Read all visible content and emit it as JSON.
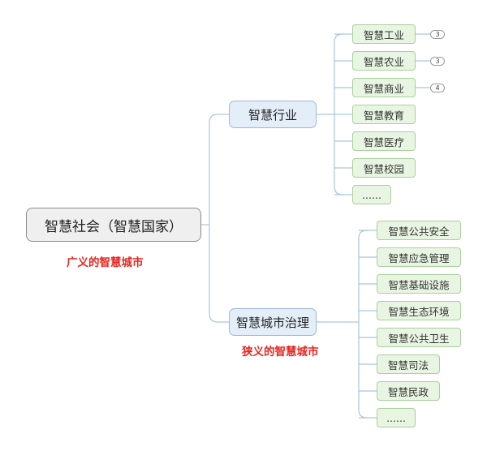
{
  "root": {
    "label": "智慧社会（智慧国家）",
    "note": "广义的智慧城市"
  },
  "branches": [
    {
      "label": "智慧行业",
      "children": [
        {
          "label": "智慧工业",
          "count": "3"
        },
        {
          "label": "智慧农业",
          "count": "3"
        },
        {
          "label": "智慧商业",
          "count": "4"
        },
        {
          "label": "智慧教育"
        },
        {
          "label": "智慧医疗"
        },
        {
          "label": "智慧校园"
        },
        {
          "label": "......"
        }
      ]
    },
    {
      "label": "智慧城市治理",
      "note": "狭义的智慧城市",
      "children": [
        {
          "label": "智慧公共安全"
        },
        {
          "label": "智慧应急管理"
        },
        {
          "label": "智慧基础设施"
        },
        {
          "label": "智慧生态环境"
        },
        {
          "label": "智慧公共卫生"
        },
        {
          "label": "智慧司法"
        },
        {
          "label": "智慧民政"
        },
        {
          "label": "......"
        }
      ]
    }
  ],
  "colors": {
    "connector": "#a9c6dc",
    "note_text": "#e8251f",
    "root_fill": "#efefef",
    "branch_fill": "#e4eef8",
    "leaf_fill": "#e8f5e2"
  }
}
